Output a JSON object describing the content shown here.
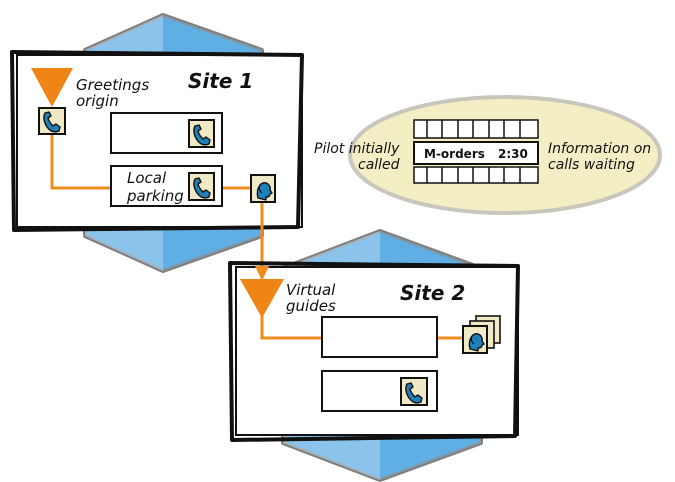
{
  "site1": {
    "title": "Site 1",
    "greetings_label": [
      "Greetings",
      "origin"
    ],
    "parking_label": [
      "Local",
      "parking"
    ]
  },
  "site2": {
    "title": "Site 2",
    "guides_label": [
      "Virtual",
      "guides"
    ]
  },
  "info_panel": {
    "left_label": [
      "Pilot initially",
      "called"
    ],
    "right_label": [
      "Information on",
      "calls waiting"
    ],
    "display_name": "M-orders",
    "display_time": "2:30"
  },
  "colors": {
    "link": "#f08c1e",
    "funnel": "#ee8515",
    "hex_blue": "#4aa3df",
    "hex_light": "#bfe0f6",
    "panel_fill": "#f4eec4",
    "icon_bg": "#efe9c6",
    "icon_blue": "#1f7fb8"
  }
}
